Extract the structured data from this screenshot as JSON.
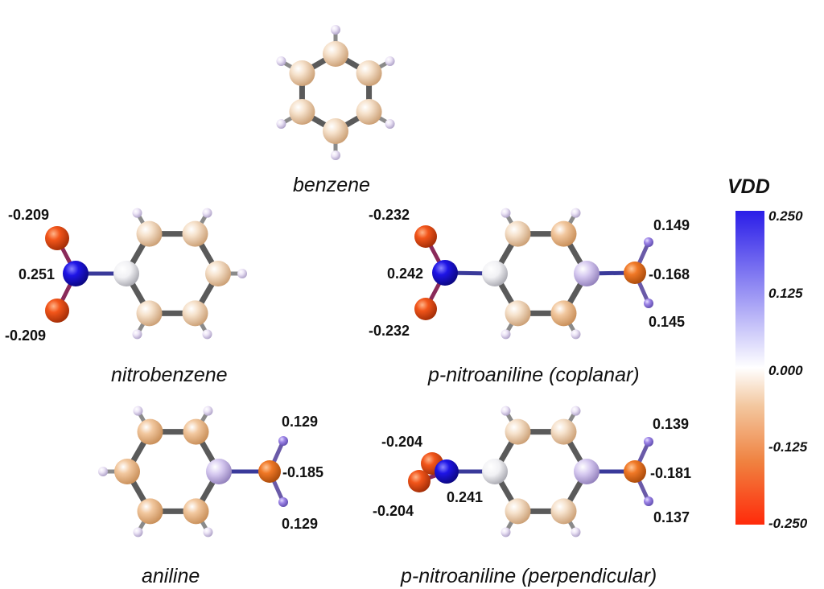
{
  "molecules": {
    "benzene": {
      "name": "benzene"
    },
    "nitrobenzene": {
      "name": "nitrobenzene",
      "charges": {
        "o_top": "-0.209",
        "n": "0.251",
        "o_bottom": "-0.209"
      }
    },
    "pna_coplanar": {
      "name": "p-nitroaniline (coplanar)",
      "charges": {
        "o_top": "-0.232",
        "n": "0.242",
        "o_bottom": "-0.232",
        "h_top": "0.149",
        "n_amine": "-0.168",
        "h_bottom": "0.145"
      }
    },
    "aniline": {
      "name": "aniline",
      "charges": {
        "h_top": "0.129",
        "n_amine": "-0.185",
        "h_bottom": "0.129"
      }
    },
    "pna_perpendicular": {
      "name": "p-nitroaniline (perpendicular)",
      "charges": {
        "o_top": "-0.204",
        "o_bottom": "-0.204",
        "n": "0.241",
        "h_top": "0.139",
        "n_amine": "-0.181",
        "h_bottom": "0.137"
      }
    }
  },
  "colorbar": {
    "title": "VDD",
    "ticks": [
      "0.250",
      "0.125",
      "0.000",
      "-0.125",
      "-0.250"
    ],
    "colors": {
      "max": "#2a1de8",
      "mid": "#ffffff",
      "min": "#ff2a0a"
    }
  },
  "atom_colors": {
    "ring_carbon": "#f3d6b6",
    "ring_carbon_darker": "#f0c49a",
    "hydrogen": "#e6dcf3",
    "oxygen": "#f2551a",
    "nitro_nitrogen": "#1e14e6",
    "amine_nitrogen": "#f07826",
    "amine_hydrogen": "#9c83e6",
    "ipso_neutral": "#f4f4f6",
    "ipso_lilac": "#cfc0ee",
    "bond": "#5e5e5e"
  }
}
